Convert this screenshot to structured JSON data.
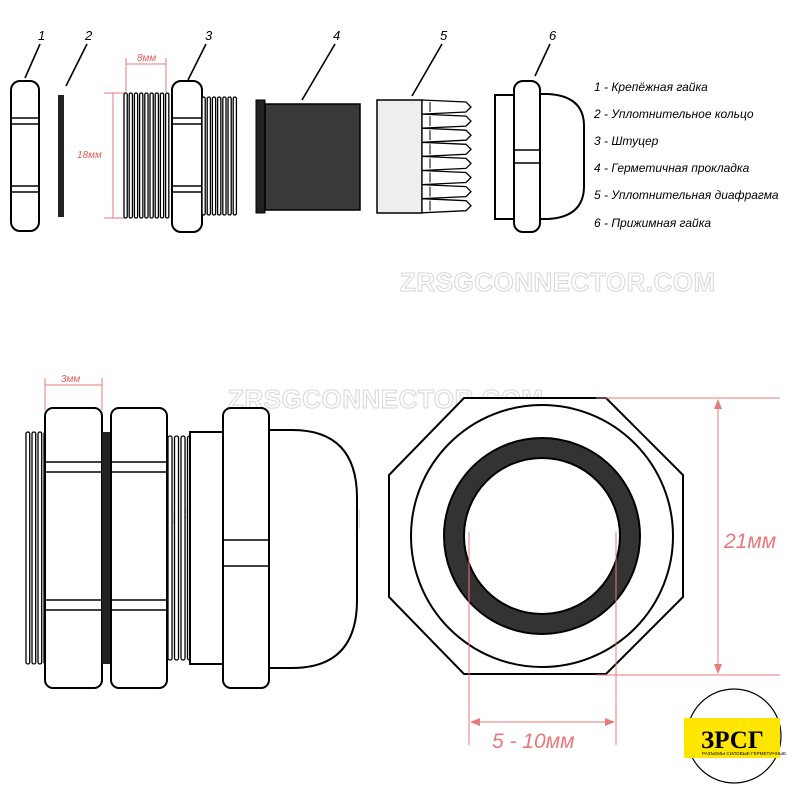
{
  "part_numbers": [
    "1",
    "2",
    "3",
    "4",
    "5",
    "6"
  ],
  "legend": [
    "1 - Крепёжная гайка",
    "2 - Уплотнительное кольцо",
    "3 - Штуцер",
    "4 - Герметичная прокладка",
    "5 - Уплотнительная диафрагма",
    "6 - Прижимная гайка"
  ],
  "dimensions": {
    "thread_length": "8мм",
    "thread_height": "18мм",
    "nut_width": "3мм",
    "hex_height": "21мм",
    "cable_range": "5 - 10мм"
  },
  "watermark": "ZRSGCONNECTOR.COM",
  "logo": {
    "text": "ЗРСГ",
    "subtitle": "РАЗЪЕМЫ СИЛОВЫЕ ГЕРМЕТИЧНЫЕ",
    "color": "#ffe600"
  },
  "colors": {
    "dimension": "#e87a7a",
    "gasket_fill": "#3a3a3a",
    "seal_ring": "#333333"
  }
}
